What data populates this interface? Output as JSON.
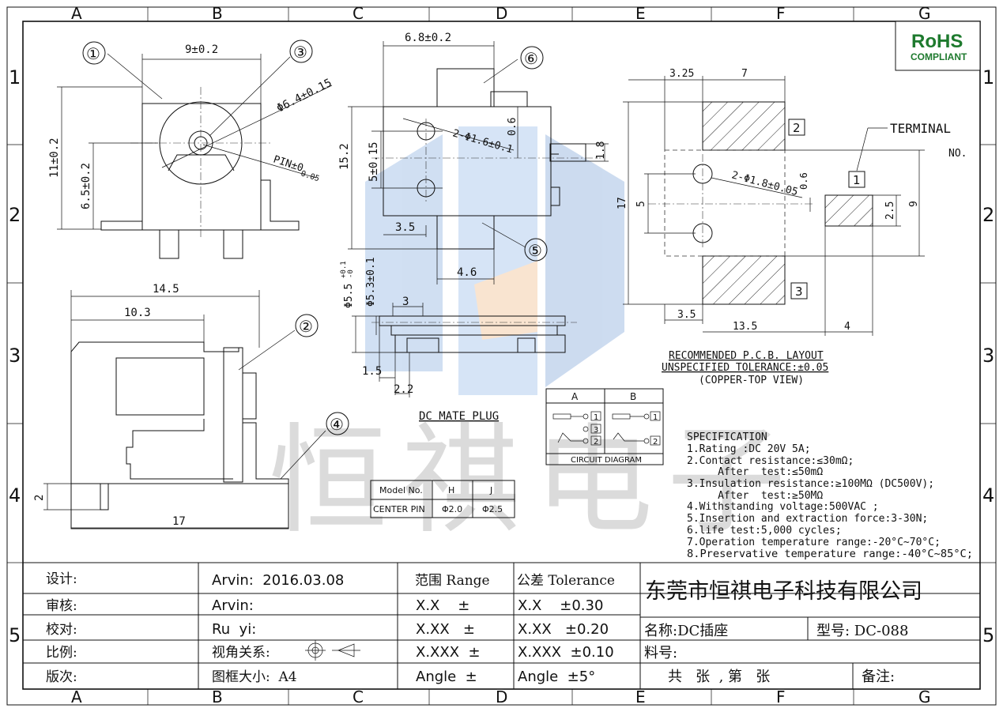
{
  "frame": {
    "col_letters": [
      "A",
      "B",
      "C",
      "D",
      "E",
      "F",
      "G"
    ],
    "row_numbers": [
      "1",
      "2",
      "3",
      "4",
      "5"
    ]
  },
  "logo": {
    "line1": "RoHS",
    "line2": "COMPLIANT"
  },
  "watermark": "恒祺电子",
  "dims": {
    "front_width": "9±0.2",
    "front_height": "11±0.2",
    "front_pin": "6.5±0.2",
    "dia_outer": "Φ6.4±0.15",
    "pin": "PIN±0",
    "pin_sub": "0.05",
    "side_top": "6.8±0.2",
    "side_h": "15.2",
    "side_5": "5±0.15",
    "side_06": "0.6",
    "side_hole": "2-Φ1.6±0.1",
    "side_18": "1.8",
    "side_35": "3.5",
    "side_46": "4.6",
    "bot_145": "14.5",
    "bot_103": "10.3",
    "bot_2": "2",
    "bot_17": "17",
    "plug_55": "Φ5.5",
    "plug_55_tol_p": "+0.1",
    "plug_55_tol_n": "-0",
    "plug_53": "Φ5.3±0.1",
    "plug_3": "3",
    "plug_15": "1.5",
    "plug_22": "2.2",
    "pcb_325": "3.25",
    "pcb_7": "7",
    "pcb_17": "17",
    "pcb_5": "5",
    "pcb_hole": "2-Φ1.8±0.05",
    "pcb_06": "0.6",
    "pcb_25": "2.5",
    "pcb_9": "9",
    "pcb_35": "3.5",
    "pcb_135": "13.5",
    "pcb_4": "4",
    "terminal": "TERMINAL",
    "no": "NO."
  },
  "callouts": [
    "①",
    "②",
    "③",
    "④",
    "⑤",
    "⑥"
  ],
  "terminal_labels": [
    "1",
    "2",
    "3"
  ],
  "captions": {
    "mate_plug": "DC MATE PLUG",
    "pcb1": "RECOMMENDED P.C.B. LAYOUT",
    "pcb2": "UNSPECIFIED TOLERANCE:±0.05",
    "pcb3": "(COPPER-TOP VIEW)"
  },
  "circuit": {
    "col_a": "A",
    "col_b": "B",
    "title": "CIRCUIT DIAGRAM",
    "n1": "1",
    "n2": "2",
    "n3": "3"
  },
  "model_table": {
    "headers": [
      "Model No.",
      "H",
      "J"
    ],
    "row": [
      "CENTER PIN",
      "Φ2.0",
      "Φ2.5"
    ]
  },
  "spec": {
    "title": "SPECIFICATION",
    "lines": [
      "1.Rating  :DC 20V 5A;",
      "2.Contact resistance:≤30mΩ;",
      "     After  test:≤50mΩ",
      "3.Insulation resistance:≥100MΩ (DC500V);",
      "     After  test:≥50MΩ",
      "4.Withstanding voltage:500VAC  ;",
      "5.Insertion and extraction force:3-30N;",
      "6.life test:5,000 cycles;",
      "7.Operation temperature range:-20°C~70°C;",
      "8.Preservative temperature range:-40°C~85°C;"
    ]
  },
  "title_block": {
    "labels": [
      "设计:",
      "审核:",
      "校对:",
      "比例:",
      "版次:"
    ],
    "design": "Arvin:  2016.03.08",
    "review": "Arvin:",
    "check": "Ru  yi:",
    "view_rel": "视角关系:",
    "frame_size": "图框大小:  A4",
    "range": "范围 Range",
    "tolerance": "公差 Tolerance",
    "range_rows": [
      "X.X    ±",
      "X.XX   ±",
      "X.XXX  ±",
      "Angle  ±"
    ],
    "tol_rows": [
      "X.X    ±0.30",
      "X.XX   ±0.20",
      "X.XXX  ±0.10",
      "Angle  ±5°"
    ],
    "company": "东莞市恒祺电子科技有限公司",
    "name": "名称:DC插座",
    "model": "型号: DC-088",
    "material": "料号:",
    "sheets": "共   张  , 第   张",
    "remark": "备注:"
  }
}
